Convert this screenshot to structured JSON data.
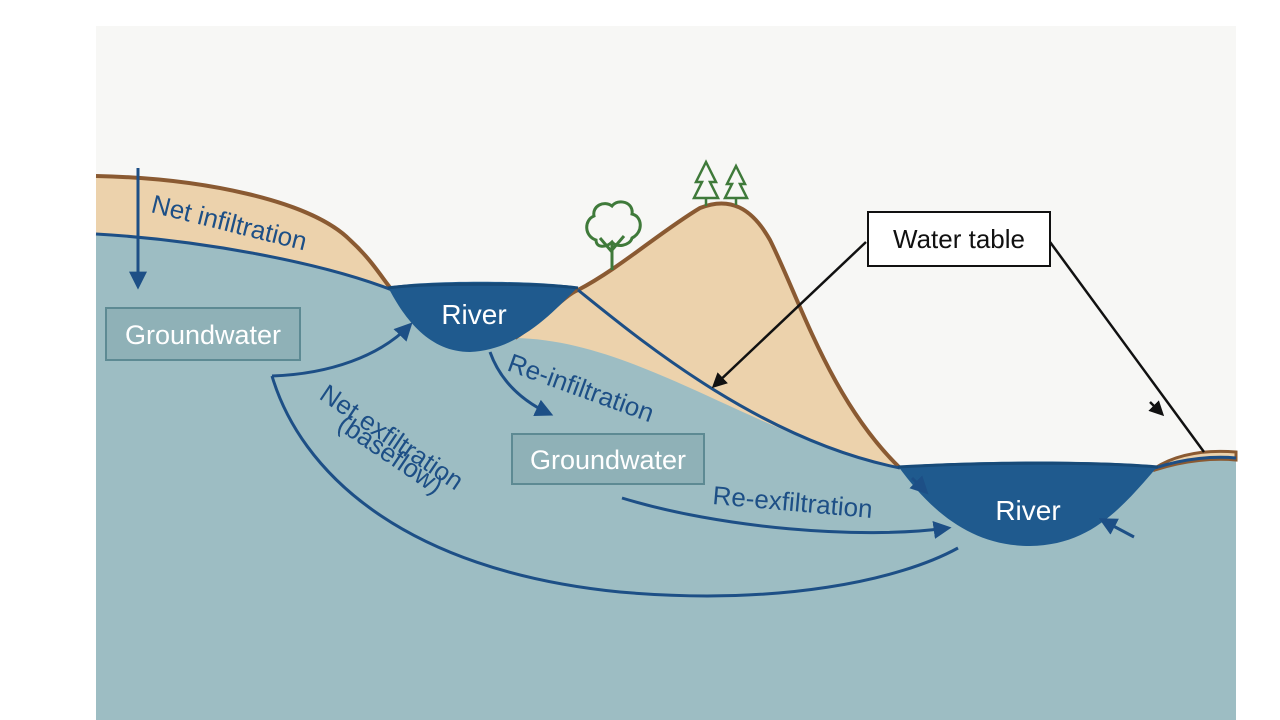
{
  "colors": {
    "groundwater": "#9dbdc3",
    "soil": "#ecd2ac",
    "soil_edge": "#8a5a32",
    "river": "#1f5a8e",
    "flow": "#1d4f86",
    "tree": "#3f7a3a",
    "background": "#f7f7f5"
  },
  "labels": {
    "net_infiltration": "Net infiltration",
    "groundwater_left": "Groundwater",
    "river_left": "River",
    "re_infiltration": "Re-infiltration",
    "net_exfiltration_line1": "Net exfiltration",
    "net_exfiltration_line2": "(baseflow)",
    "groundwater_center": "Groundwater",
    "re_exfiltration": "Re-exfiltration",
    "river_right": "River",
    "water_table": "Water table"
  },
  "icons": [
    "deciduous-tree-icon",
    "conifer-tree-icon"
  ]
}
